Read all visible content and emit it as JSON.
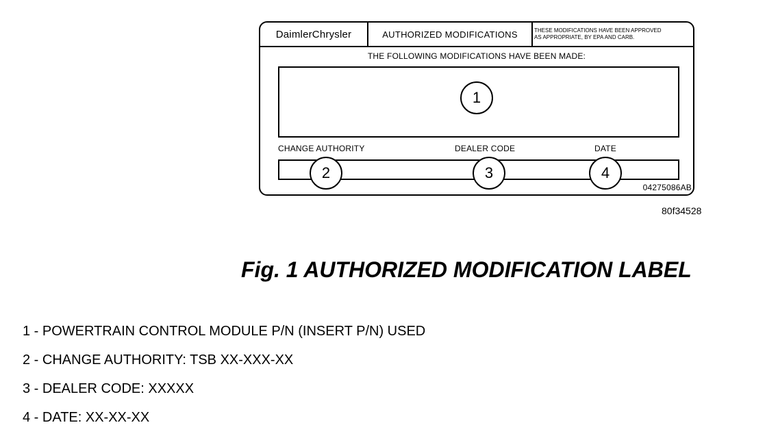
{
  "label": {
    "brand": "DaimlerChrysler",
    "title": "AUTHORIZED MODIFICATIONS",
    "note_line1": "THESE MODIFICATIONS HAVE BEEN APPROVED",
    "note_line2": "AS APPROPRIATE, BY EPA AND CARB.",
    "following": "THE FOLLOWING MODIFICATIONS HAVE BEEN MADE:",
    "field_change_authority": "CHANGE AUTHORITY",
    "field_dealer_code": "DEALER CODE",
    "field_date": "DATE",
    "part_code": "04275086AB",
    "callouts": [
      "1",
      "2",
      "3",
      "4"
    ]
  },
  "figure": {
    "id": "80f34528",
    "caption": "Fig. 1 AUTHORIZED MODIFICATION LABEL"
  },
  "legend": [
    "1 - POWERTRAIN CONTROL MODULE P/N (INSERT P/N) USED",
    "2 - CHANGE AUTHORITY: TSB XX-XXX-XX",
    "3 - DEALER CODE: XXXXX",
    "4 - DATE: XX-XX-XX"
  ]
}
